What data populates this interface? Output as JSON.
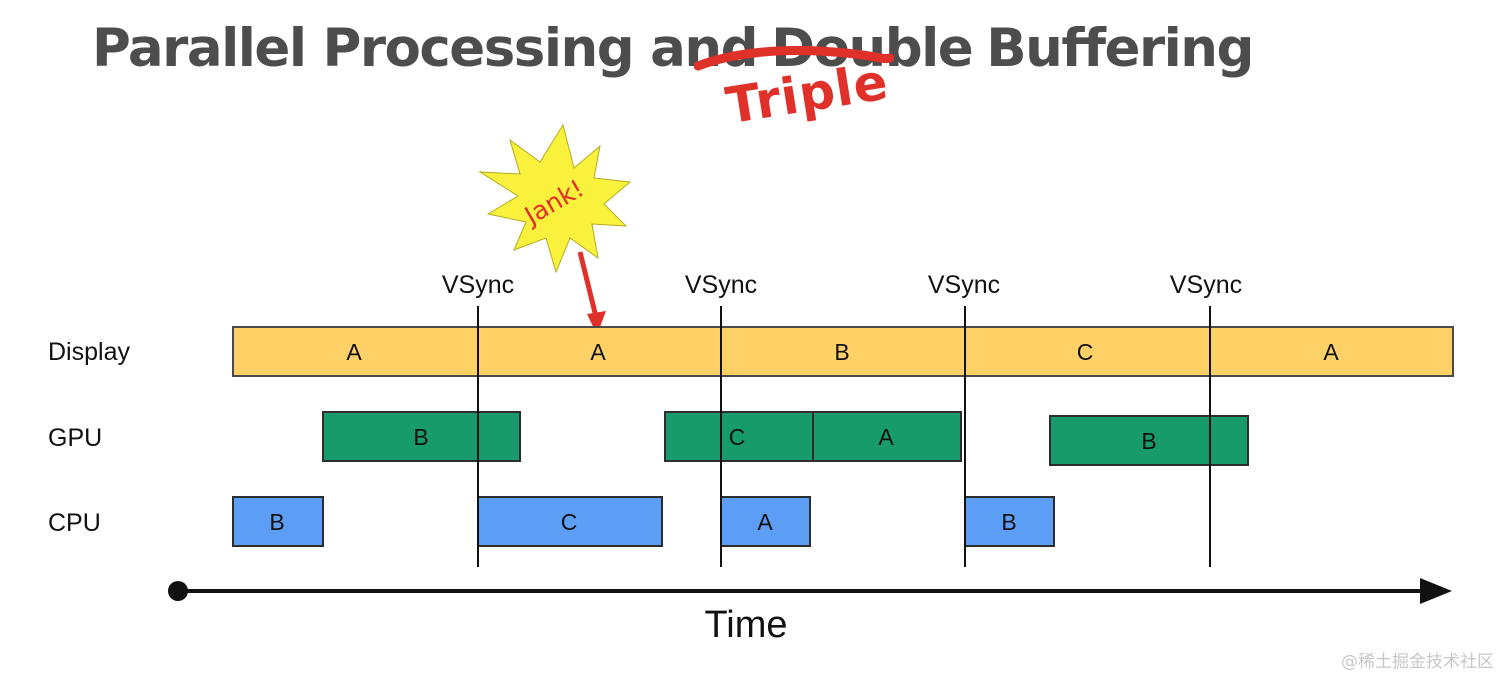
{
  "title": {
    "prefix": "Parallel Processing and",
    "struck_word": "Double",
    "suffix": "Buffering",
    "replacement": "Triple"
  },
  "jank": {
    "label": "Jank!"
  },
  "rows": {
    "display": "Display",
    "gpu": "GPU",
    "cpu": "CPU"
  },
  "vsync_label": "VSync",
  "time_label": "Time",
  "watermark": "@稀土掘金技术社区",
  "colors": {
    "display": "#fdd166",
    "gpu": "#179b6c",
    "cpu": "#5c9df6",
    "jank_burst": "#f9f13c",
    "annotation": "#e0302a",
    "title": "#4d4d4d"
  },
  "frames": {
    "display": [
      "A",
      "A",
      "B",
      "C",
      "A"
    ],
    "gpu": [
      "B",
      "C",
      "A",
      "B"
    ],
    "cpu": [
      "B",
      "C",
      "A",
      "B"
    ]
  }
}
